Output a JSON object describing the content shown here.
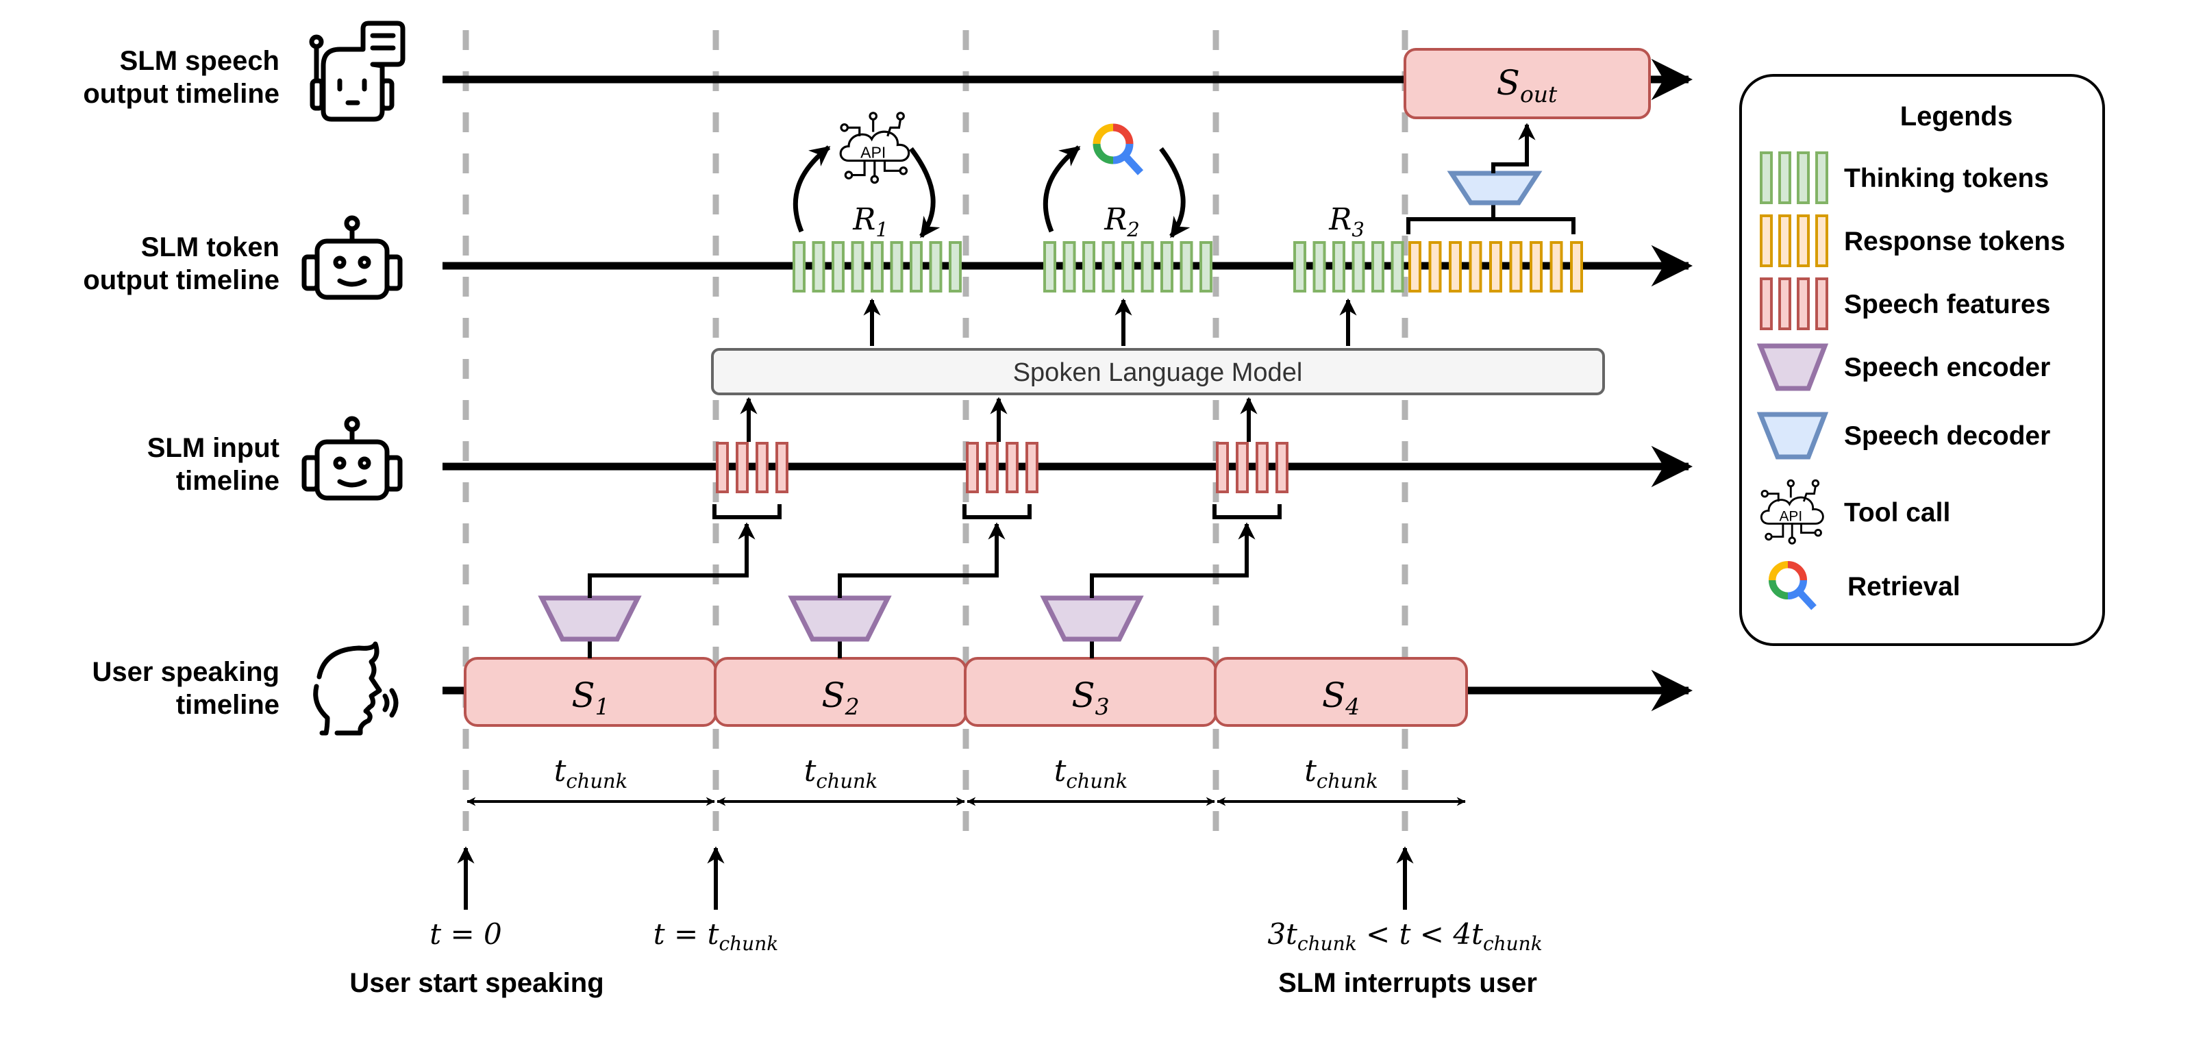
{
  "colors": {
    "thinking_fill": "#d5e8d4",
    "thinking_stroke": "#82b366",
    "response_fill": "#ffe6cc",
    "response_stroke": "#d79b00",
    "speech_fill": "#f8cecc",
    "speech_stroke": "#b85450",
    "encoder_fill": "#e1d5e7",
    "encoder_stroke": "#9673a6",
    "decoder_fill": "#dae8fc",
    "decoder_stroke": "#6c8ebf",
    "slm_fill": "#f5f5f5",
    "slm_stroke": "#666666",
    "dashed": "#b3b3b3",
    "google_red": "#ea4335",
    "google_yellow": "#fbbc05",
    "google_green": "#34a853",
    "google_blue": "#4285f4"
  },
  "timelines": [
    {
      "id": "speech-output",
      "label_lines": [
        "SLM speech",
        "output timeline"
      ],
      "icon": "robot-speech-bubble-icon"
    },
    {
      "id": "token-output",
      "label_lines": [
        "SLM token",
        "output timeline"
      ],
      "icon": "robot-icon"
    },
    {
      "id": "input",
      "label_lines": [
        "SLM input",
        "timeline"
      ],
      "icon": "robot-icon"
    },
    {
      "id": "user-speaking",
      "label_lines": [
        "User speaking",
        "timeline"
      ],
      "icon": "speaking-head-icon"
    }
  ],
  "model_box": {
    "label": "Spoken Language Model"
  },
  "user_chunks": [
    {
      "base": "S",
      "sub": "1"
    },
    {
      "base": "S",
      "sub": "2"
    },
    {
      "base": "S",
      "sub": "3"
    },
    {
      "base": "S",
      "sub": "4"
    }
  ],
  "speech_output": {
    "base": "S",
    "sub": "out"
  },
  "reasoning_groups": [
    {
      "base": "R",
      "sub": "1",
      "thinking_tokens": 9,
      "tool": "tool-call"
    },
    {
      "base": "R",
      "sub": "2",
      "thinking_tokens": 9,
      "tool": "retrieval"
    },
    {
      "base": "R",
      "sub": "3",
      "thinking_tokens": 6,
      "tool": null
    }
  ],
  "response_tokens": 9,
  "speech_features_per_chunk": 4,
  "chunk_duration": {
    "base": "t",
    "sub": "chunk"
  },
  "time_markers": [
    {
      "label_parts": [
        [
          "t = 0",
          ""
        ]
      ],
      "caption": "User start speaking"
    },
    {
      "label_parts": [
        [
          "t = t",
          "chunk"
        ]
      ],
      "caption": ""
    },
    {
      "label_parts": [
        [
          "3t",
          "chunk"
        ],
        [
          " < t < 4t",
          "chunk"
        ]
      ],
      "caption": "SLM interrupts user"
    }
  ],
  "legend": {
    "title": "Legends",
    "items": [
      {
        "kind": "thinking",
        "label": "Thinking tokens"
      },
      {
        "kind": "response",
        "label": "Response tokens"
      },
      {
        "kind": "speech",
        "label": "Speech features"
      },
      {
        "kind": "encoder",
        "label": "Speech encoder"
      },
      {
        "kind": "decoder",
        "label": "Speech decoder"
      },
      {
        "kind": "tool",
        "label": "Tool call"
      },
      {
        "kind": "retrieval",
        "label": "Retrieval"
      }
    ]
  },
  "api_icon_text": "API"
}
